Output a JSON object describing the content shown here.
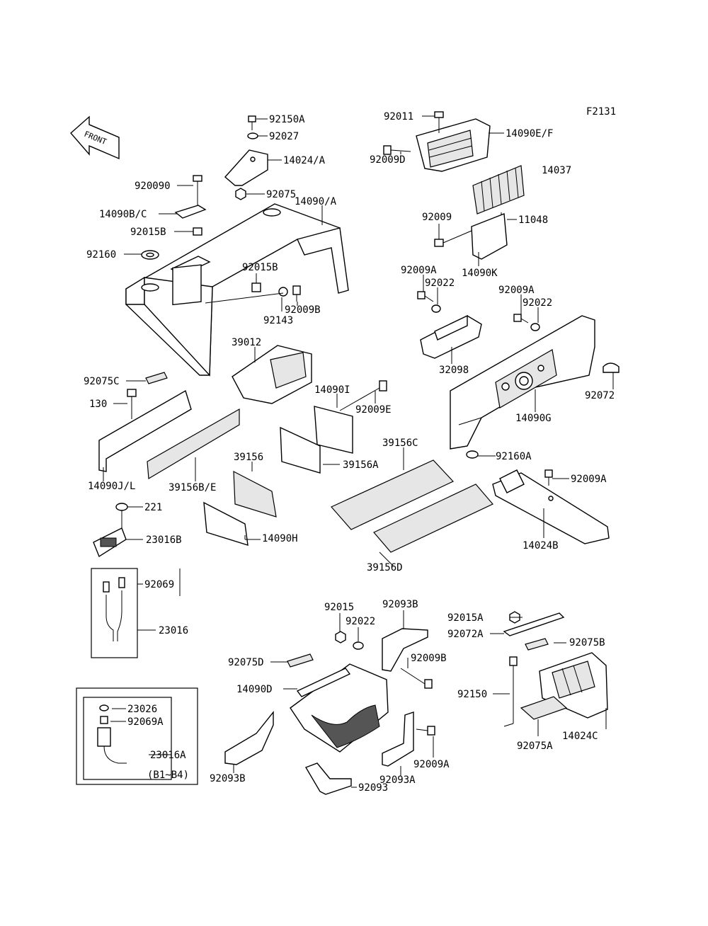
{
  "figure_code": "F2131",
  "front_arrow": {
    "label": "FRONT"
  },
  "part_labels": {
    "p92150A": "92150A",
    "p92027": "92027",
    "p14024A": "14024/A",
    "p92075": "92075",
    "p14090A": "14090/A",
    "p920090": "920090",
    "p14090BC": "14090B/C",
    "p92015B_a": "92015B",
    "p92160": "92160",
    "p92015B_b": "92015B",
    "p92009B_a": "92009B",
    "p92143": "92143",
    "p92011": "92011",
    "p14090EF": "14090E/F",
    "p92009D": "92009D",
    "p14037": "14037",
    "p92009_a": "92009",
    "p11048": "11048",
    "p14090K": "14090K",
    "p92009A_a": "92009A",
    "p92022_a": "92022",
    "p92009A_b": "92009A",
    "p92022_b": "92022",
    "p32098": "32098",
    "p92072": "92072",
    "p14090G": "14090G",
    "p39012": "39012",
    "p92075C": "92075C",
    "p130": "130",
    "p14090I": "14090I",
    "p92009E": "92009E",
    "p39156C": "39156C",
    "p39156A": "39156A",
    "p92160A": "92160A",
    "p92009A_c": "92009A",
    "p14090JL": "14090J/L",
    "p39156BE": "39156B/E",
    "p39156": "39156",
    "p14024B": "14024B",
    "p221": "221",
    "p23016B": "23016B",
    "p14090H": "14090H",
    "p39156D": "39156D",
    "p92069": "92069",
    "p23016": "23016",
    "p92015": "92015",
    "p92093B_a": "92093B",
    "p92022_c": "92022",
    "p92015A": "92015A",
    "p92072A": "92072A",
    "p92075B": "92075B",
    "p92075D": "92075D",
    "p92009B_b": "92009B",
    "p14090D": "14090D",
    "p92150": "92150",
    "p14024C": "14024C",
    "p23026": "23026",
    "p92069A": "92069A",
    "p23016A": "23016A",
    "pB1B4": "(B1~B4)",
    "p92009A_d": "92009A",
    "p92075A": "92075A",
    "p92093B_b": "92093B",
    "p92093A": "92093A",
    "p92093": "92093"
  }
}
